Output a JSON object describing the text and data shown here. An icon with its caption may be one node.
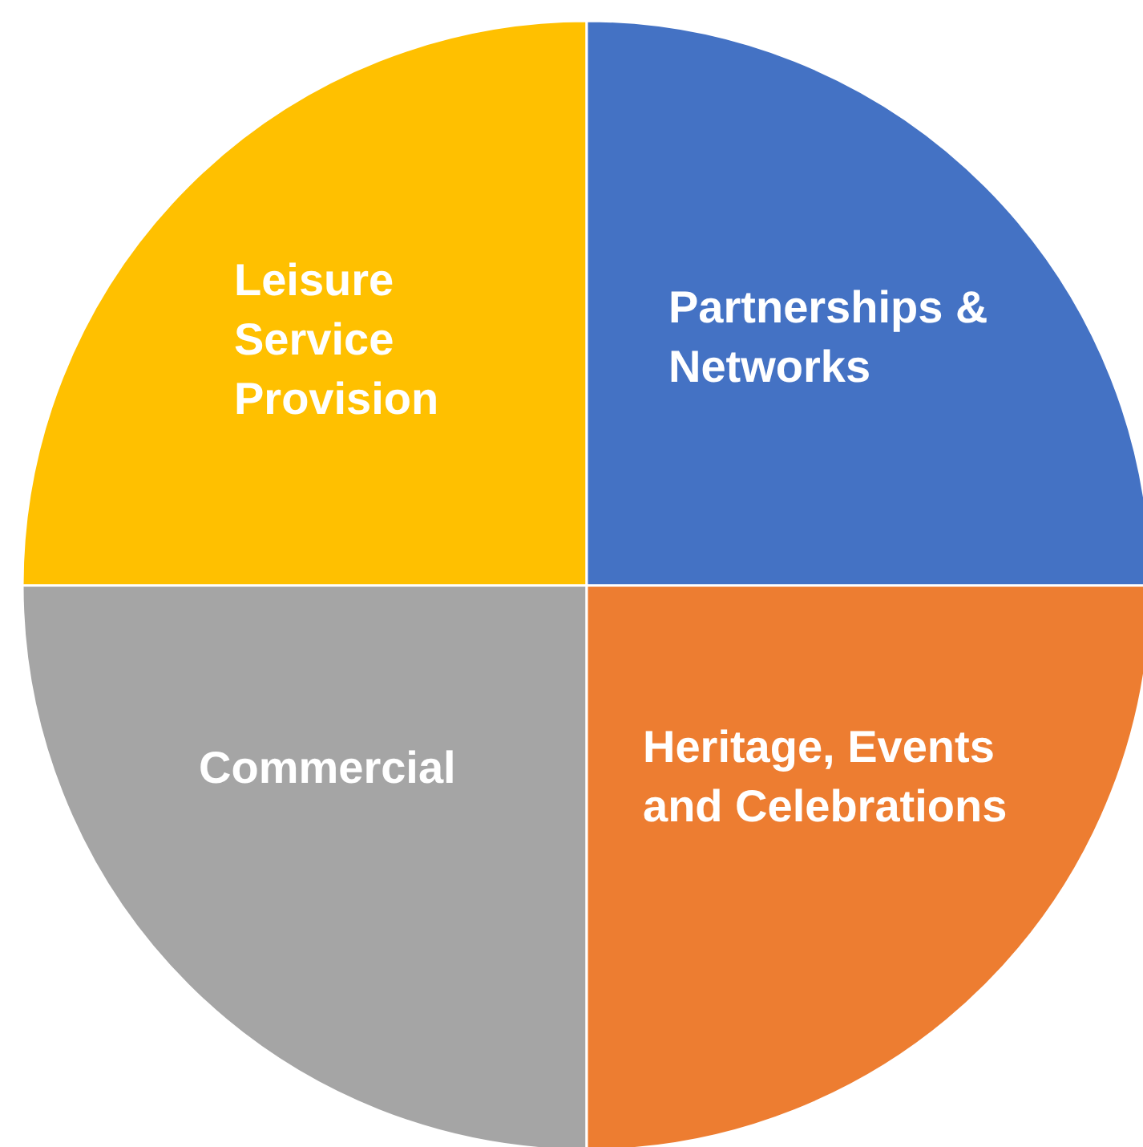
{
  "diagram": {
    "nodes": [
      {
        "text": [
          "Leisure Service Provision"
        ]
      },
      {
        "text": [
          "Partnerships & Networks"
        ]
      },
      {
        "text": [
          "Commercial"
        ]
      },
      {
        "text": [
          "Heritage, Events and Celebrations"
        ]
      }
    ]
  }
}
